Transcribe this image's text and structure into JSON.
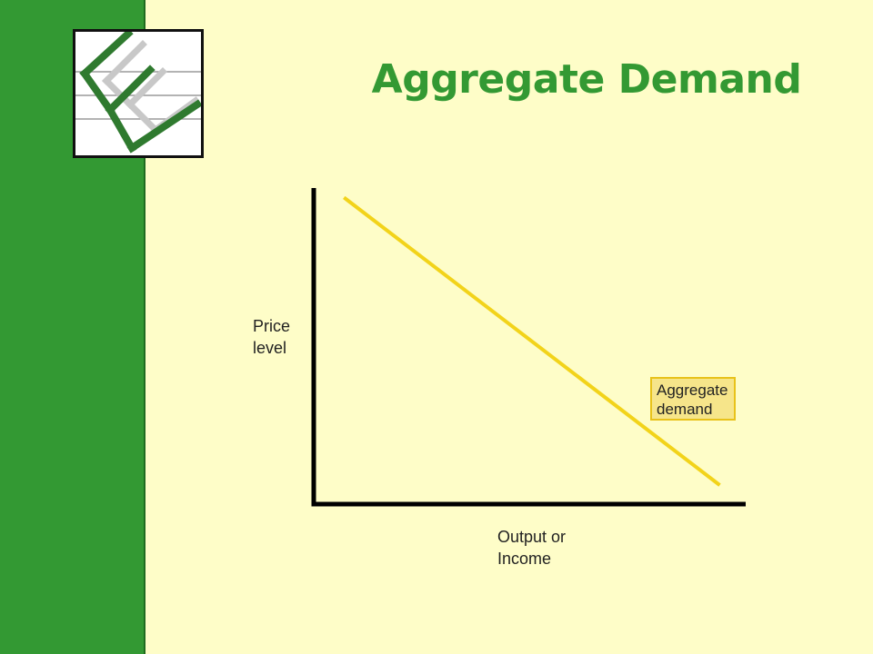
{
  "slide": {
    "title": "Aggregate Demand"
  },
  "logo": {
    "icon": "stylized-letter-e-logo"
  },
  "colors": {
    "background": "#fefdc8",
    "sidebar": "#339933",
    "title": "#339933",
    "curve": "#f2d31a",
    "label_box_fill": "#f6e58a",
    "label_box_border": "#e8c21a",
    "axes": "#000000"
  },
  "chart_data": {
    "type": "line",
    "ylabel_lines": [
      "Price",
      "level"
    ],
    "xlabel_lines": [
      "Output or",
      "Income"
    ],
    "xlim": [
      0,
      10
    ],
    "ylim": [
      0,
      10
    ],
    "grid": false,
    "series": [
      {
        "name_lines": [
          "Aggregate",
          "demand"
        ],
        "x": [
          0.7,
          9.4
        ],
        "y": [
          9.7,
          0.6
        ]
      }
    ]
  }
}
